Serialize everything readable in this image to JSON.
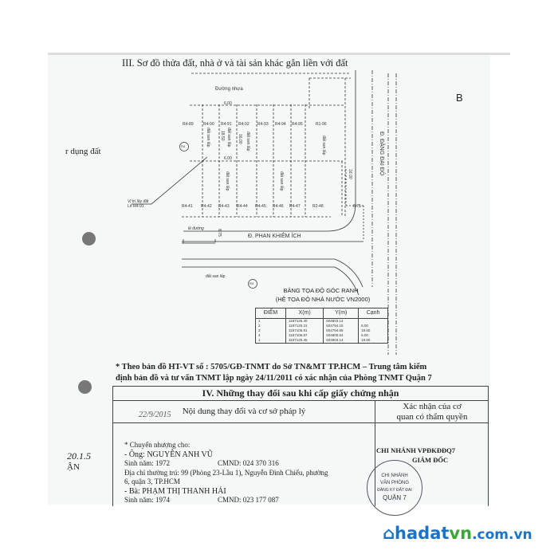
{
  "section3": {
    "title": "III. Sơ đồ thửa đất, nhà ở và tài sản khác gắn liền với đất"
  },
  "margin": {
    "left_text": "r dụng đất",
    "right_letter": "B",
    "left_date": "20.1.5",
    "left_word": "ẬN"
  },
  "map": {
    "road_top": "Đường nhựa",
    "road_bottom": "Đ. PHAN KHIÊM ÍCH",
    "road_right": "Đ. ĐẶNG ĐẠI ĐỘ",
    "dim_top": "6.00",
    "dim_mid": "6.00",
    "dim_corner": "8.75",
    "dim_left": "8.75",
    "dim_depth": "18.50",
    "dim_depth2": "16.00",
    "dim_right": "16.00",
    "top_lots": [
      "R4-89",
      "R4-90",
      "R4-91",
      "R4-92",
      "R4-93",
      "R4-94",
      "R4-95",
      "R1-96"
    ],
    "bottom_lots": [
      "R4-41",
      "R4-42",
      "R4-43",
      "R4-44",
      "R4-45",
      "R4-46",
      "R4-47",
      "R2-48"
    ],
    "fill_label": "đất san lấp",
    "zone": "R4",
    "location_label": "Vị trí lây đất",
    "lot_label": "Lô R4-91",
    "road_edge": "lề đường"
  },
  "coord_table": {
    "title": "BẢNG TỌA ĐỘ GÓC RANH",
    "subtitle": "(HỆ TỌA ĐỘ NHÀ NƯỚC VN2000)",
    "headers": [
      "ĐIỂM",
      "X(m)",
      "Y(m)",
      "Cạnh"
    ],
    "rows": [
      [
        "1",
        "1187125.40",
        "604803.14",
        ""
      ],
      [
        "2",
        "1187125.31",
        "604794.15",
        "6.00"
      ],
      [
        "3",
        "1187106.81",
        "604794.65",
        "18.50"
      ],
      [
        "4",
        "1187106.87",
        "604800.64",
        "6.00"
      ],
      [
        "1",
        "1187125.45",
        "604803.14",
        "18.50"
      ]
    ]
  },
  "note": {
    "line1": "* Theo bản đồ HT-VT số : 5705/GĐ-TNMT do Sở TN&MT TP.HCM – Trung tâm kiểm",
    "line2": "định bản đồ và tư vấn TNMT lập ngày 24/11/2011 có xác nhận của Phòng TNMT Quận 7"
  },
  "section4": {
    "title": "IV. Những thay đổi sau khi cấp giấy chứng nhận",
    "col1": "Nội dung thay đổi và cơ sở pháp lý",
    "col2a": "Xác nhận của cơ",
    "col2b": "quan có thẩm quyền",
    "handwritten_date": "22/9/2015",
    "lines": [
      "* Chuyển nhượng cho:",
      "- Ông: NGUYỄN ANH VŨ",
      "Sinh năm: 1972",
      "CMND: 024 370 316",
      "Địa chỉ thường trú: 99 (Phòng 23-Lầu 1), Nguyễn Đình Chiểu, phường",
      "6, quận 3, TP.HCM",
      "- Bà: PHẠM THỊ THANH HẢI",
      "Sinh năm: 1974",
      "CMND: 023 177 087"
    ],
    "authority": "CHI NHÁNH VPĐKĐĐQ7",
    "director": "GIÁM ĐỐC",
    "stamp": [
      "CHI NHÁNH",
      "VĂN PHÒNG",
      "ĐĂNG KÝ ĐẤT ĐAI",
      "QUẬN 7"
    ]
  },
  "watermark": {
    "brand_blue": "hadat",
    "brand_green": "vn",
    "suffix": ".com.vn",
    "colors": {
      "blue": "#1a73c9",
      "green": "#3aa635",
      "orange": "#f08a1d"
    }
  }
}
